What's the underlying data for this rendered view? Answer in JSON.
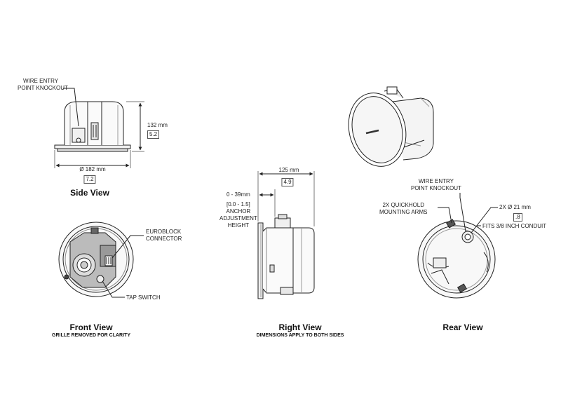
{
  "side_view": {
    "title": "Side View",
    "wire_entry_label": [
      "WIRE ENTRY",
      "POINT KNOCKOUT"
    ],
    "height_mm": "132 mm",
    "height_in": "5.2",
    "diameter_mm": "Ø 182 mm",
    "diameter_in": "7.2"
  },
  "front_view": {
    "title": "Front View",
    "subtitle": "GRILLE REMOVED FOR CLARITY",
    "euroblock_label": [
      "EUROBLOCK",
      "CONNECTOR"
    ],
    "tap_switch_label": "TAP SWITCH"
  },
  "right_view": {
    "title": "Right View",
    "subtitle": "DIMENSIONS APPLY TO BOTH SIDES",
    "depth_mm": "125 mm",
    "depth_in": "4.9",
    "anchor_label": [
      "0 - 39mm",
      "[0.0 - 1.5]",
      "ANCHOR",
      "ADJUSTMENT",
      "HEIGHT"
    ]
  },
  "rear_view": {
    "title": "Rear View",
    "wire_entry_label": [
      "WIRE ENTRY",
      "POINT KNOCKOUT"
    ],
    "quickhold_label": [
      "2X QUICKHOLD",
      "MOUNTING ARMS"
    ],
    "conduit_dia_mm": "2X Ø 21 mm",
    "conduit_dia_in": ".8",
    "conduit_fit": "FITS 3/8 INCH CONDUIT"
  }
}
